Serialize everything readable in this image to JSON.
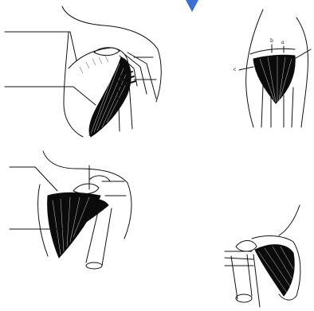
{
  "panels": [
    {
      "id": "shoulder-anterior"
    },
    {
      "id": "scapula-posterior",
      "labels": [
        "b",
        "a",
        "c"
      ]
    },
    {
      "id": "shoulder-lateral"
    },
    {
      "id": "scapula-costal"
    }
  ],
  "colors": {
    "line": "#111111",
    "muscle": "#0b0b0b",
    "marker": "#3b6fd1",
    "background": "#ffffff"
  },
  "icons": {
    "top_marker": "triangle-down-icon"
  }
}
